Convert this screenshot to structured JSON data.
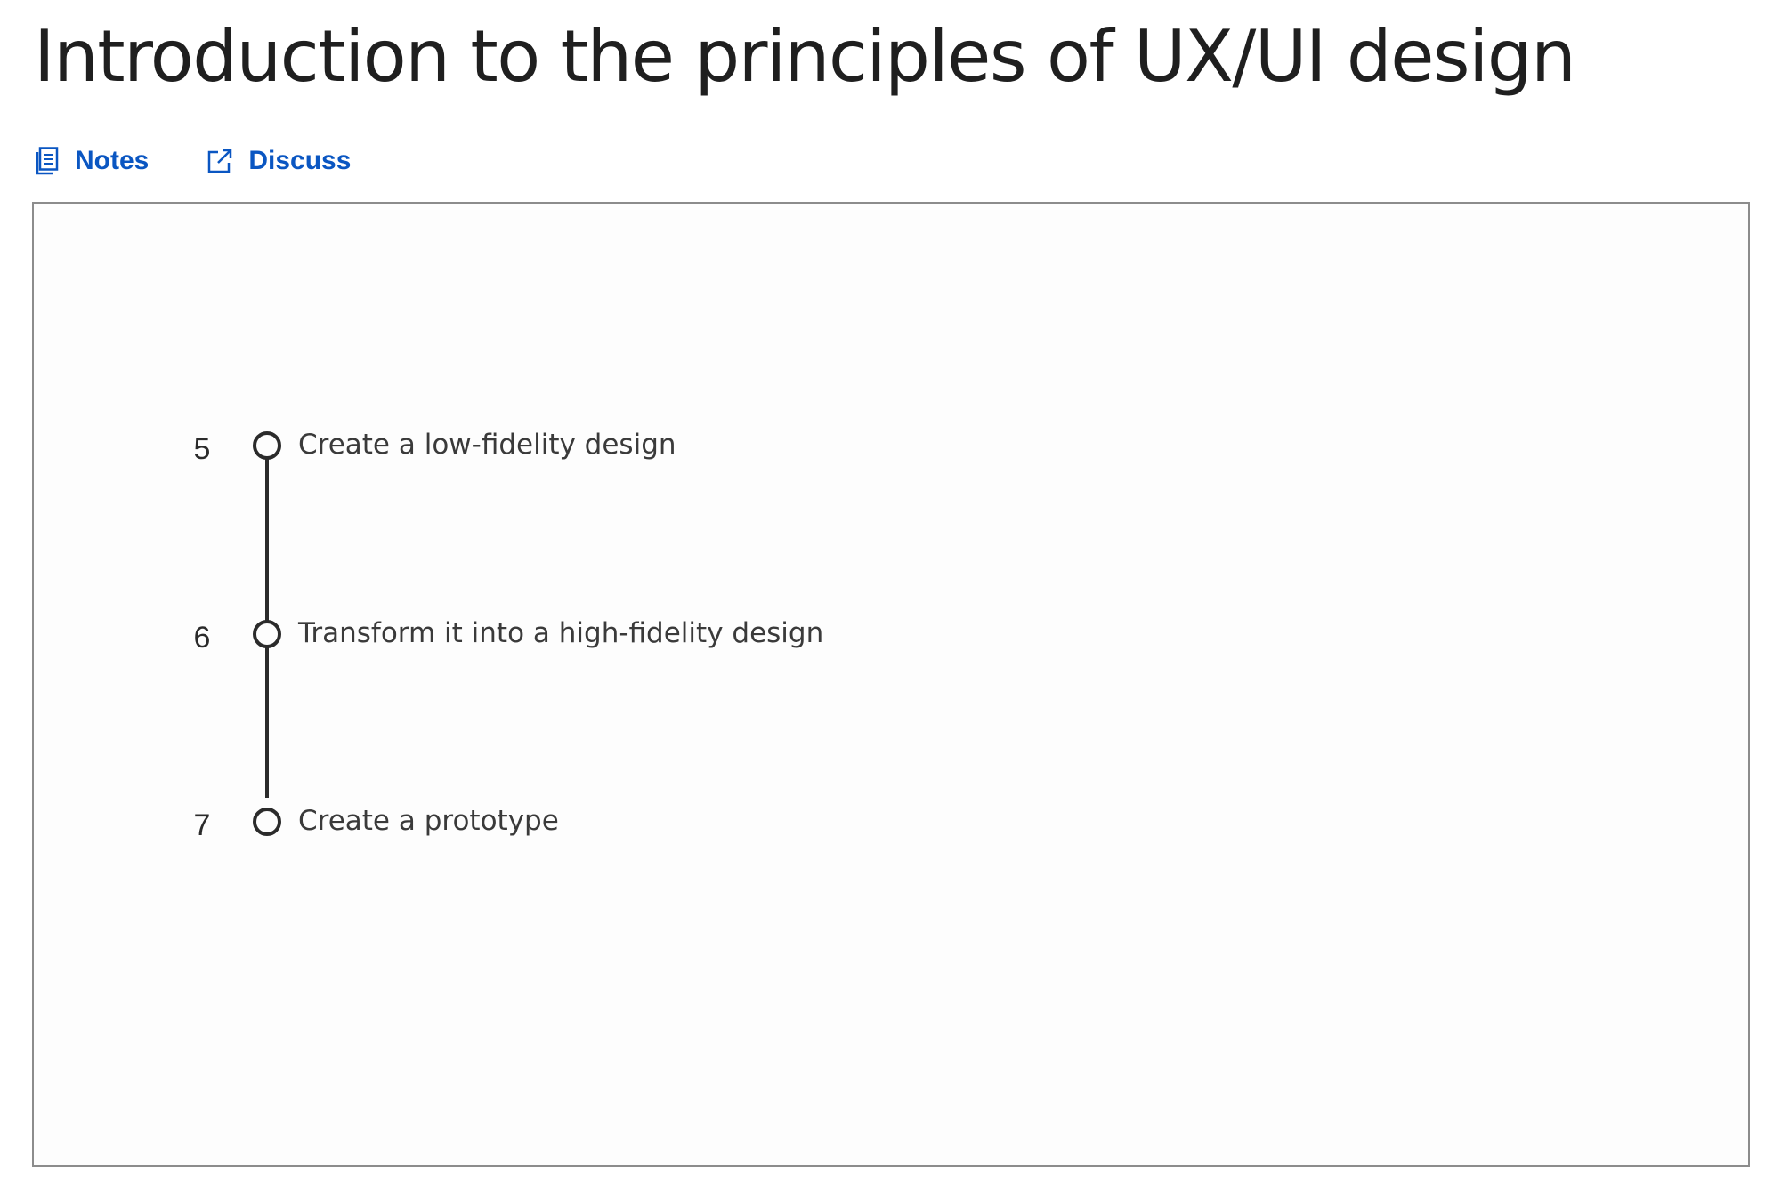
{
  "page": {
    "title": "Introduction to the principles of UX/UI design"
  },
  "actions": [
    {
      "label": "Notes",
      "icon": "notes-icon"
    },
    {
      "label": "Discuss",
      "icon": "external-link-icon"
    }
  ],
  "video": {
    "steps": [
      {
        "number": "5",
        "text": "Create a low-fidelity design"
      },
      {
        "number": "6",
        "text": "Transform it into a high-fidelity design"
      },
      {
        "number": "7",
        "text": "Create a prototype"
      }
    ]
  },
  "colors": {
    "link": "#0a56c2",
    "title": "#1f1f1f",
    "timeline": "#2b2b2b"
  }
}
